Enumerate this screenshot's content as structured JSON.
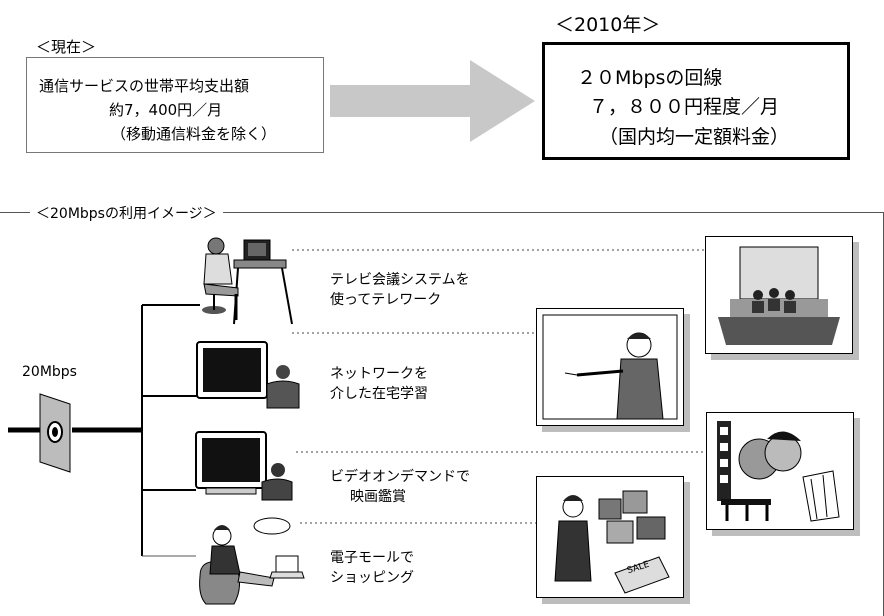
{
  "current": {
    "title": "＜現在＞",
    "line1": "通信サービスの世帯平均支出額",
    "line2": "約7，400円／月",
    "line3": "（移動通信料金を除く）"
  },
  "future": {
    "title": "＜2010年＞",
    "line1": "２０Mbpsの回線",
    "line2": "７，８００円程度／月",
    "line3": "（国内均一定額料金）"
  },
  "usage": {
    "title": "＜20Mbpsの利用イメージ＞",
    "connection_label": "20Mbps",
    "items": [
      {
        "line1": "テレビ会議システムを",
        "line2": "使ってテレワーク"
      },
      {
        "line1": "ネットワークを",
        "line2": "介した在宅学習"
      },
      {
        "line1": "ビデオオンデマンドで",
        "line2": "映画鑑賞"
      },
      {
        "line1": "電子モールで",
        "line2": "ショッピング"
      }
    ],
    "sale_tag": "SALE"
  },
  "colors": {
    "arrow": "#c8c8c8",
    "shadow": "#bdbdbd",
    "screen": "#111111"
  }
}
